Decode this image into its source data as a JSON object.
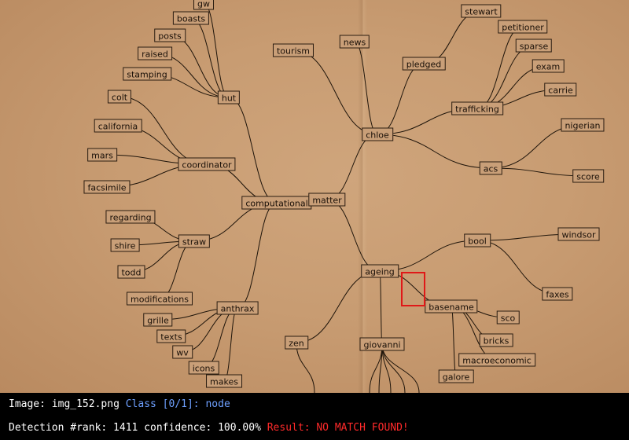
{
  "diagram": {
    "nodes": [
      {
        "id": "gw",
        "label": "gw"
      },
      {
        "id": "boasts",
        "label": "boasts"
      },
      {
        "id": "posts",
        "label": "posts"
      },
      {
        "id": "raised",
        "label": "raised"
      },
      {
        "id": "stamping",
        "label": "stamping"
      },
      {
        "id": "hut",
        "label": "hut"
      },
      {
        "id": "colt",
        "label": "colt"
      },
      {
        "id": "california",
        "label": "california"
      },
      {
        "id": "mars",
        "label": "mars"
      },
      {
        "id": "coordinator",
        "label": "coordinator"
      },
      {
        "id": "facsimile",
        "label": "facsimile"
      },
      {
        "id": "tourism",
        "label": "tourism"
      },
      {
        "id": "news",
        "label": "news"
      },
      {
        "id": "computational",
        "label": "computational"
      },
      {
        "id": "matter",
        "label": "matter"
      },
      {
        "id": "regarding",
        "label": "regarding"
      },
      {
        "id": "shire",
        "label": "shire"
      },
      {
        "id": "straw",
        "label": "straw"
      },
      {
        "id": "todd",
        "label": "todd"
      },
      {
        "id": "modifications",
        "label": "modifications"
      },
      {
        "id": "anthrax",
        "label": "anthrax"
      },
      {
        "id": "grille",
        "label": "grille"
      },
      {
        "id": "texts",
        "label": "texts"
      },
      {
        "id": "wv",
        "label": "wv"
      },
      {
        "id": "icons",
        "label": "icons"
      },
      {
        "id": "makes",
        "label": "makes"
      },
      {
        "id": "zen",
        "label": "zen"
      },
      {
        "id": "stewart",
        "label": "stewart"
      },
      {
        "id": "petitioner",
        "label": "petitioner"
      },
      {
        "id": "pledged",
        "label": "pledged"
      },
      {
        "id": "sparse",
        "label": "sparse"
      },
      {
        "id": "exam",
        "label": "exam"
      },
      {
        "id": "carrie",
        "label": "carrie"
      },
      {
        "id": "trafficking",
        "label": "trafficking"
      },
      {
        "id": "chloe",
        "label": "chloe"
      },
      {
        "id": "nigerian",
        "label": "nigerian"
      },
      {
        "id": "acs",
        "label": "acs"
      },
      {
        "id": "score",
        "label": "score"
      },
      {
        "id": "bool",
        "label": "bool"
      },
      {
        "id": "windsor",
        "label": "windsor"
      },
      {
        "id": "ageing",
        "label": "ageing"
      },
      {
        "id": "faxes",
        "label": "faxes"
      },
      {
        "id": "basename",
        "label": "basename"
      },
      {
        "id": "sco",
        "label": "sco"
      },
      {
        "id": "bricks",
        "label": "bricks"
      },
      {
        "id": "macroeconomic",
        "label": "macroeconomic"
      },
      {
        "id": "galore",
        "label": "galore"
      },
      {
        "id": "giovanni",
        "label": "giovanni"
      }
    ],
    "edges": [
      [
        "gw",
        "hut"
      ],
      [
        "boasts",
        "hut"
      ],
      [
        "posts",
        "hut"
      ],
      [
        "raised",
        "hut"
      ],
      [
        "stamping",
        "hut"
      ],
      [
        "hut",
        "computational"
      ],
      [
        "colt",
        "coordinator"
      ],
      [
        "california",
        "coordinator"
      ],
      [
        "mars",
        "coordinator"
      ],
      [
        "facsimile",
        "coordinator"
      ],
      [
        "coordinator",
        "computational"
      ],
      [
        "regarding",
        "straw"
      ],
      [
        "shire",
        "straw"
      ],
      [
        "todd",
        "straw"
      ],
      [
        "modifications",
        "straw"
      ],
      [
        "straw",
        "computational"
      ],
      [
        "grille",
        "anthrax"
      ],
      [
        "texts",
        "anthrax"
      ],
      [
        "wv",
        "anthrax"
      ],
      [
        "icons",
        "anthrax"
      ],
      [
        "makes",
        "anthrax"
      ],
      [
        "anthrax",
        "computational"
      ],
      [
        "computational",
        "matter"
      ],
      [
        "tourism",
        "chloe"
      ],
      [
        "news",
        "chloe"
      ],
      [
        "matter",
        "chloe"
      ],
      [
        "matter",
        "ageing"
      ],
      [
        "stewart",
        "pledged"
      ],
      [
        "pledged",
        "chloe"
      ],
      [
        "petitioner",
        "trafficking"
      ],
      [
        "sparse",
        "trafficking"
      ],
      [
        "exam",
        "trafficking"
      ],
      [
        "carrie",
        "trafficking"
      ],
      [
        "trafficking",
        "chloe"
      ],
      [
        "nigerian",
        "acs"
      ],
      [
        "score",
        "acs"
      ],
      [
        "acs",
        "chloe"
      ],
      [
        "windsor",
        "bool"
      ],
      [
        "faxes",
        "bool"
      ],
      [
        "bool",
        "ageing"
      ],
      [
        "basename",
        "ageing"
      ],
      [
        "sco",
        "basename"
      ],
      [
        "bricks",
        "basename"
      ],
      [
        "macroeconomic",
        "basename"
      ],
      [
        "galore",
        "basename"
      ],
      [
        "giovanni",
        "ageing"
      ],
      [
        "zen",
        "ageing"
      ]
    ]
  },
  "status": {
    "image_label": "Image:",
    "image_name": "img_152.png",
    "class_text": "Class [0/1]: node",
    "detection_text": "Detection #rank: 1411 confidence: 100.00%",
    "result_text": "Result: NO MATCH FOUND!"
  },
  "colors": {
    "background": "#c89c72",
    "edge": "#1e140a",
    "highlight": "#e01818",
    "status_bar": "#000000",
    "class_text": "#6ea0ff",
    "result_text": "#ff2a2a"
  }
}
